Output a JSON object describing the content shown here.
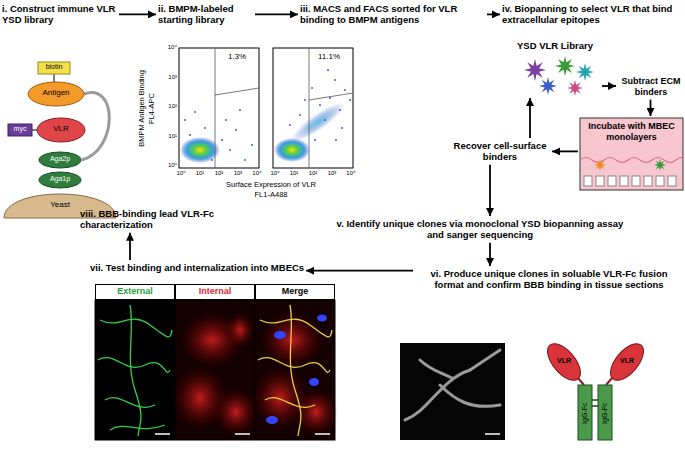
{
  "diagram": {
    "nodes": [
      {
        "text": [
          "i. Construct immune VLR YSD library"
        ]
      },
      {
        "text": [
          "ii. BMPM-labeled starting library"
        ]
      },
      {
        "text": [
          "iii. MACS and FACS sorted for VLR binding to BMPM antigens"
        ]
      },
      {
        "text": [
          "iv. Biopanning to select VLR that bind extracellular epitopes"
        ]
      },
      {
        "text": [
          "v. Identify unique clones via monoclonal YSD biopanning assay and sanger sequencing"
        ]
      },
      {
        "text": [
          "vi. Produce unique clones in soluable VLR-Fc fusion format and confirm BBB binding in tissue sections"
        ]
      },
      {
        "text": [
          "vii. Test binding and internalization into MBECs"
        ]
      },
      {
        "text": [
          "viii. BBB-binding lead VLR-Fc characterization"
        ]
      },
      {
        "text": [
          "YSD VLR Library"
        ]
      },
      {
        "text": [
          "Subtract ECM binders"
        ]
      },
      {
        "text": [
          "Incubate with MBEC monolayers"
        ]
      },
      {
        "text": [
          "Recover cell-surface binders"
        ]
      },
      {
        "text": [
          "External"
        ]
      },
      {
        "text": [
          "Internal"
        ]
      },
      {
        "text": [
          "Merge"
        ]
      }
    ],
    "edges": [
      {
        "from": 0,
        "to": 1,
        "arrow": "to"
      },
      {
        "from": 1,
        "to": 2,
        "arrow": "to"
      },
      {
        "from": 2,
        "to": 3,
        "arrow": "to"
      },
      {
        "from": 8,
        "to": 9,
        "arrow": "to"
      },
      {
        "from": 9,
        "to": 10,
        "arrow": "to"
      },
      {
        "from": 10,
        "to": 11,
        "arrow": "to"
      },
      {
        "from": 11,
        "to": 8,
        "arrow": "to"
      },
      {
        "from": 11,
        "to": 4,
        "arrow": "to"
      },
      {
        "from": 4,
        "to": 5,
        "arrow": "to"
      },
      {
        "from": 5,
        "to": 6,
        "arrow": "to"
      },
      {
        "from": 6,
        "to": 7,
        "arrow": "to"
      }
    ],
    "labels": [
      "biotin",
      "myc",
      "Antigen",
      "VLR",
      "Aga2p",
      "Aga1p",
      "Yeast",
      "BMPM Antigen Binding",
      "FL4-APC",
      "1.3%",
      "11.1%",
      "10⁴",
      "10³",
      "10²",
      "10¹",
      "10⁰",
      "10⁰",
      "10¹",
      "10²",
      "10³",
      "10⁴",
      "10⁰",
      "10¹",
      "10²",
      "10³",
      "10⁴",
      "Surface Expression of VLR",
      "FL1-A488",
      "VLR",
      "VLR",
      "IgG-Fc",
      "IgG-Fc"
    ]
  }
}
